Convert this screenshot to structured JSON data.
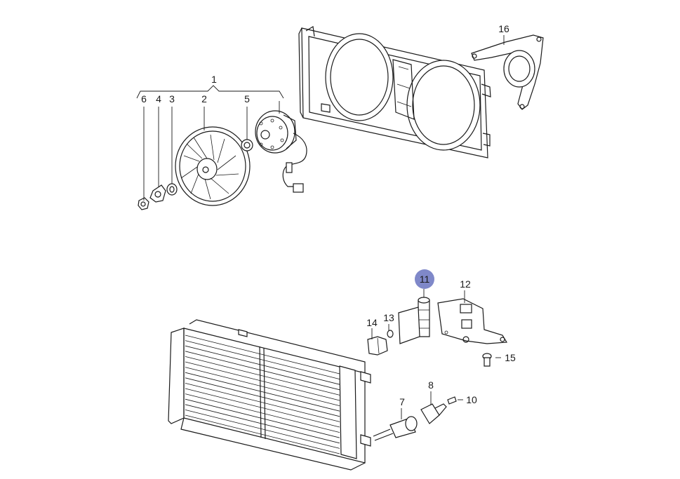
{
  "diagram": {
    "colors": {
      "line": "#1a1a1a",
      "background": "#ffffff",
      "highlight": "#7f88c9"
    },
    "callouts": [
      {
        "id": "c1",
        "label": "1"
      },
      {
        "id": "c2",
        "label": "2"
      },
      {
        "id": "c3",
        "label": "3"
      },
      {
        "id": "c4",
        "label": "4"
      },
      {
        "id": "c5",
        "label": "5"
      },
      {
        "id": "c6",
        "label": "6"
      },
      {
        "id": "c7",
        "label": "7"
      },
      {
        "id": "c8",
        "label": "8"
      },
      {
        "id": "c10",
        "label": "10"
      },
      {
        "id": "c11",
        "label": "11",
        "highlighted": true
      },
      {
        "id": "c12",
        "label": "12"
      },
      {
        "id": "c13",
        "label": "13"
      },
      {
        "id": "c14",
        "label": "14"
      },
      {
        "id": "c15",
        "label": "15"
      },
      {
        "id": "c16",
        "label": "16"
      }
    ]
  }
}
